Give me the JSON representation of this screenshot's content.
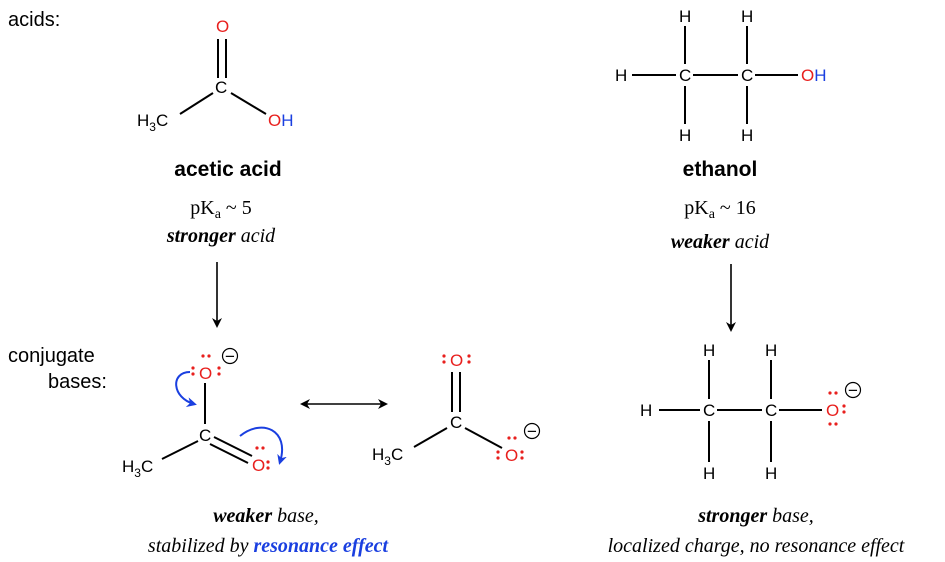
{
  "labels": {
    "acids": "acids:",
    "conjugate_line1": "conjugate",
    "conjugate_line2": "bases:"
  },
  "acetic_acid": {
    "name": "acetic acid",
    "pka_prefix": "pK",
    "pka_sub": "a",
    "pka_value": " ~ 5",
    "strength_bold": "stronger",
    "strength_rest": " acid"
  },
  "ethanol": {
    "name": "ethanol",
    "pka_prefix": "pK",
    "pka_sub": "a",
    "pka_value": " ~ 16",
    "strength_bold": "weaker",
    "strength_rest": " acid"
  },
  "acetate": {
    "line1_bold": "weaker",
    "line1_rest": " base,",
    "line2_plain": "stabilized by ",
    "line2_highlight": "resonance effect"
  },
  "ethoxide": {
    "line1_bold": "stronger",
    "line1_rest": " base,",
    "line2": "localized charge, no resonance effect"
  },
  "atoms": {
    "H": "H",
    "C": "C",
    "O": "O",
    "OH_O": "O",
    "OH_H": "H",
    "CH3_main": "H",
    "CH3_sub": "3",
    "CH3_C": "C",
    "minus": "−"
  },
  "colors": {
    "oxygen": "#e8201e",
    "hydrogen_acidic": "#1a3fe0",
    "resonance_arrow": "#1a3fe0",
    "text": "#000000"
  }
}
